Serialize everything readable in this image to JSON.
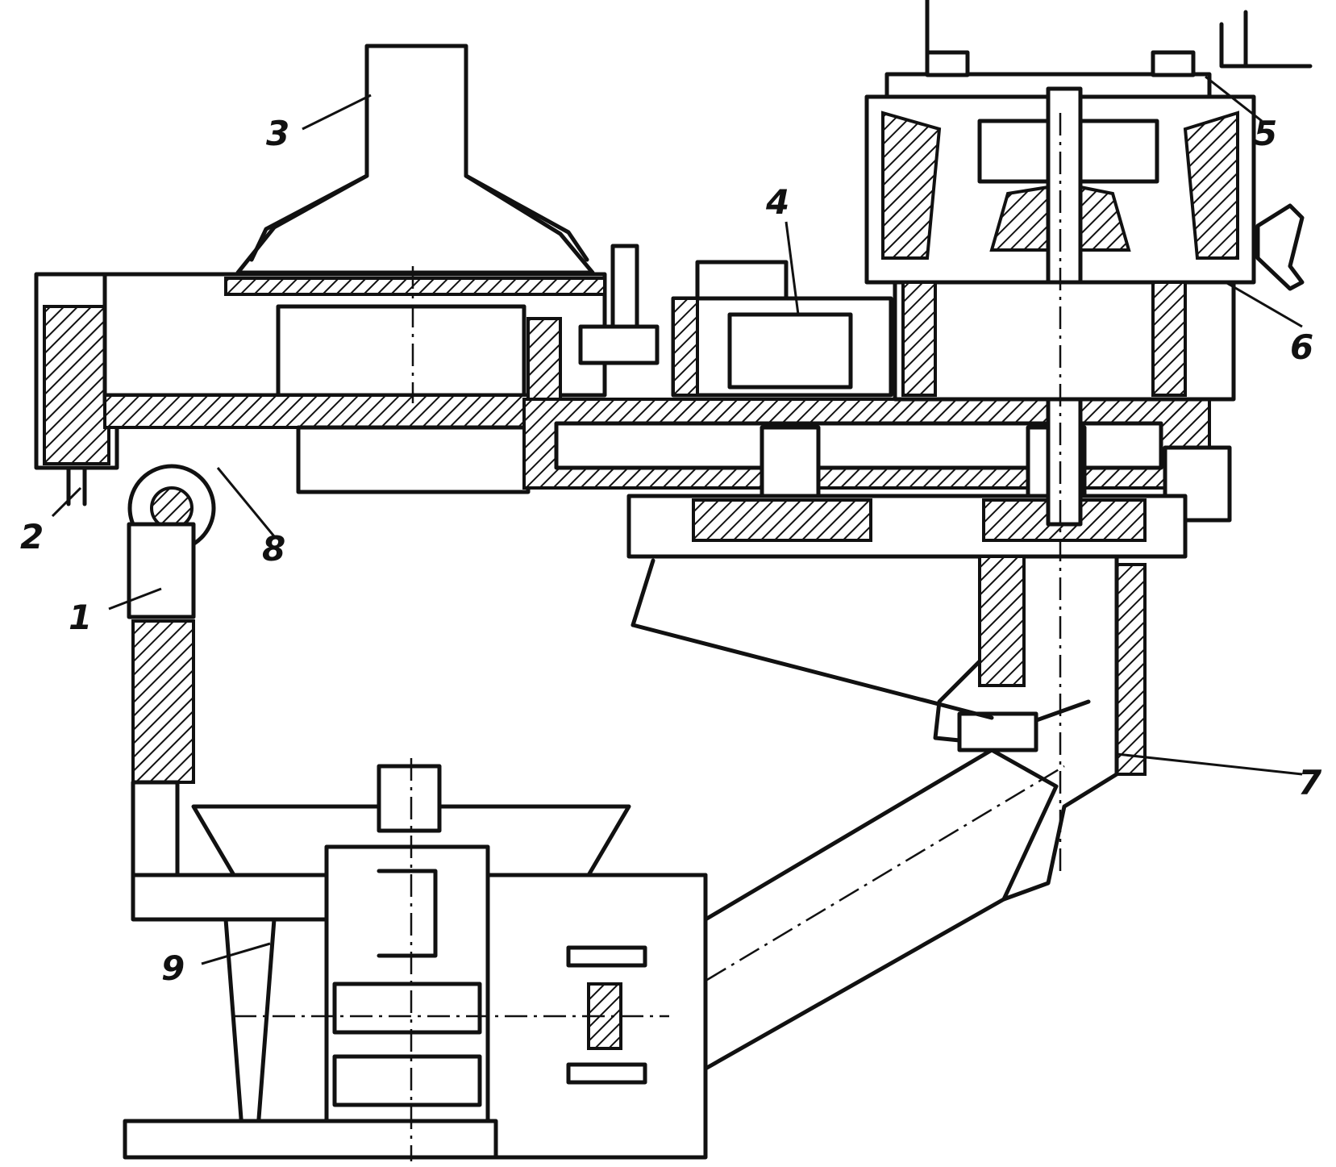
{
  "labels": {
    "l1": "1",
    "l2": "2",
    "l3": "3",
    "l4": "4",
    "l5": "5",
    "l6": "6",
    "l7": "7",
    "l8": "8",
    "l9": "9"
  },
  "colors": {
    "ink": "#111111",
    "paper": "#ffffff"
  }
}
